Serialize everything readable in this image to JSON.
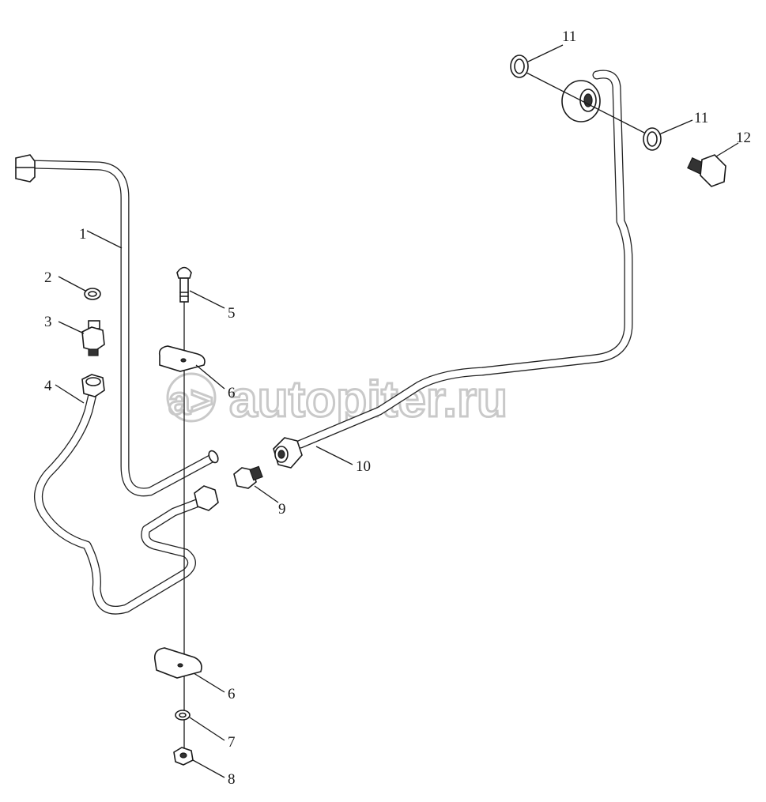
{
  "watermark": {
    "text": "autopiter.ru",
    "logo_glyph": "a>"
  },
  "callouts": [
    {
      "id": "c1",
      "label": "1"
    },
    {
      "id": "c2",
      "label": "2"
    },
    {
      "id": "c3",
      "label": "3"
    },
    {
      "id": "c4",
      "label": "4"
    },
    {
      "id": "c5",
      "label": "5"
    },
    {
      "id": "c6a",
      "label": "6"
    },
    {
      "id": "c6b",
      "label": "6"
    },
    {
      "id": "c7",
      "label": "7"
    },
    {
      "id": "c8",
      "label": "8"
    },
    {
      "id": "c9",
      "label": "9"
    },
    {
      "id": "c10",
      "label": "10"
    },
    {
      "id": "c11a",
      "label": "11"
    },
    {
      "id": "c11b",
      "label": "11"
    },
    {
      "id": "c12",
      "label": "12"
    }
  ]
}
